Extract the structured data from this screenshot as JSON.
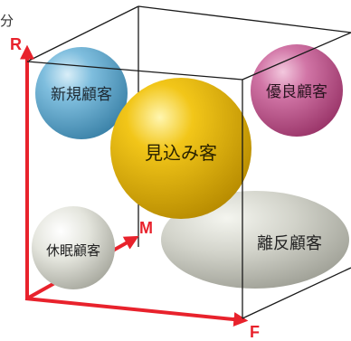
{
  "corner_text": "分",
  "axes": {
    "r": {
      "label": "R"
    },
    "m": {
      "label": "M"
    },
    "f": {
      "label": "F"
    }
  },
  "segments": {
    "new_customer": {
      "label": "新規顧客",
      "color": "#5aa3c8"
    },
    "prime_customer": {
      "label": "優良顧客",
      "color": "#c4568f"
    },
    "prospect": {
      "label": "見込み客",
      "color": "#e6b800"
    },
    "dormant": {
      "label": "休眠顧客",
      "color": "#dadbd3"
    },
    "churned": {
      "label": "離反顧客",
      "color": "#c9cac1"
    }
  },
  "colors": {
    "axis": "#e8222c",
    "cube_line": "#1a1a1a"
  }
}
